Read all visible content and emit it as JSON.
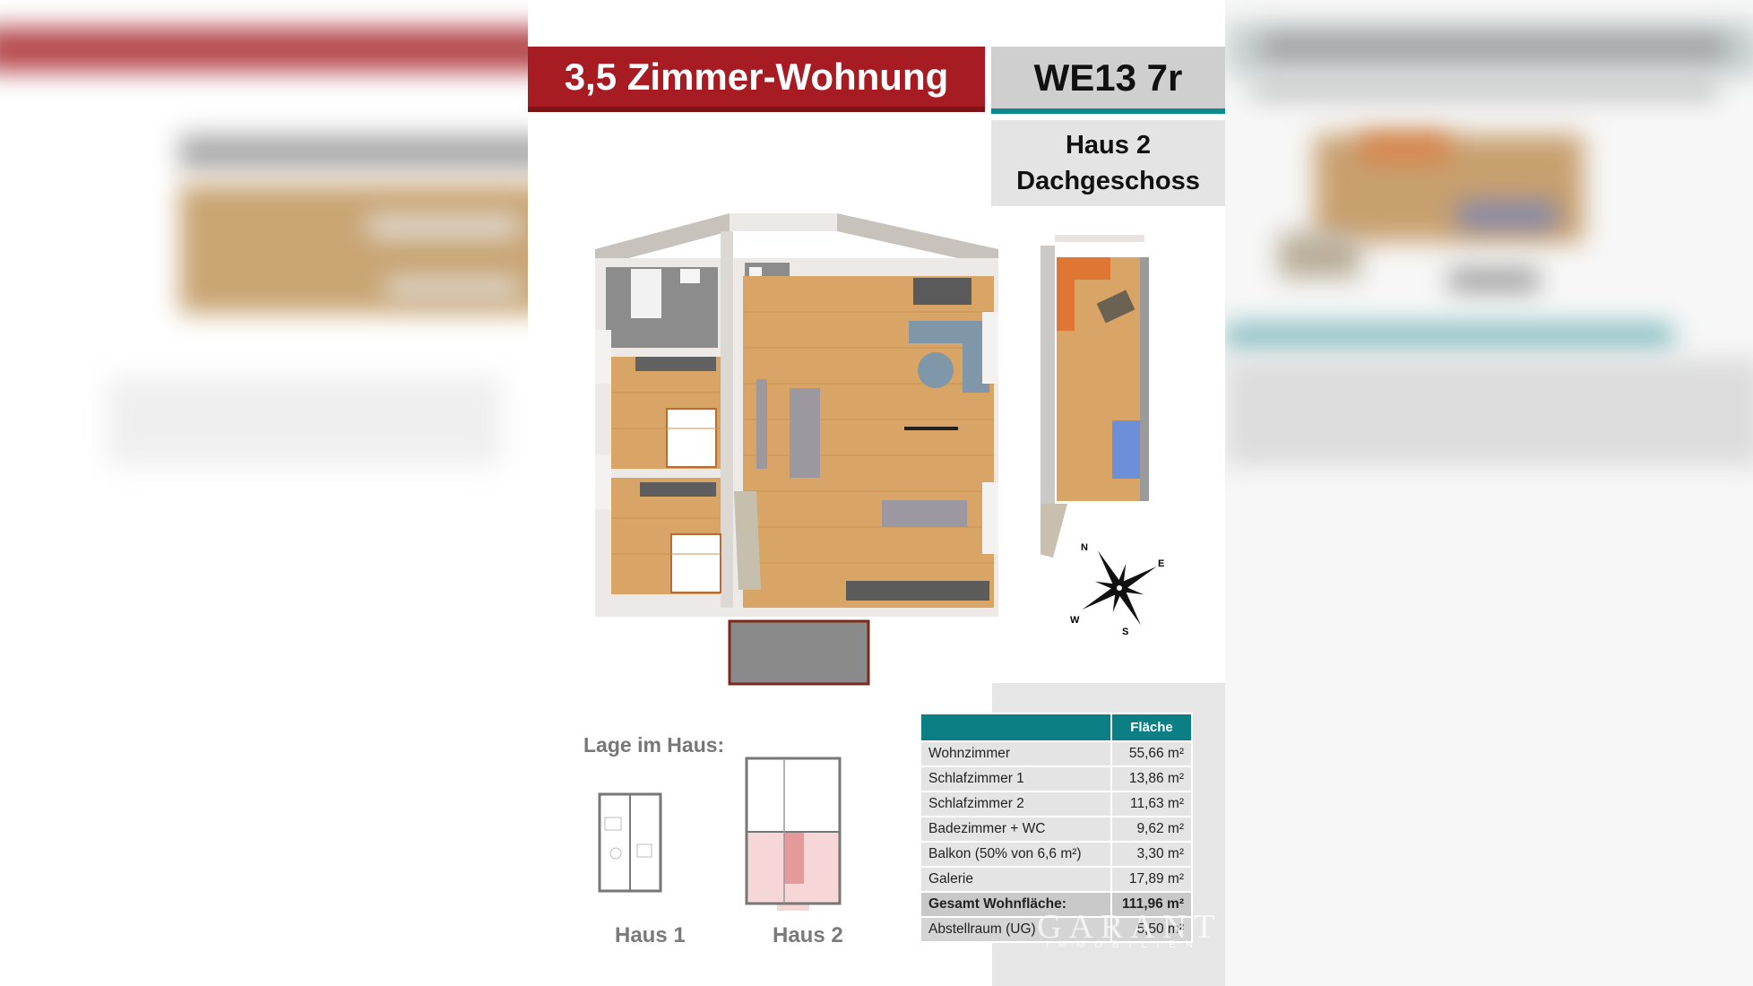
{
  "header": {
    "title": "3,5 Zimmer-Wohnung",
    "unit_id": "WE13 7r",
    "house": "Haus 2",
    "floor": "Dachgeschoss"
  },
  "colors": {
    "title_red": "#a61c22",
    "accent_teal": "#0e8a8e",
    "wood_floor": "#d9a566",
    "table_header": "#0c7f84"
  },
  "compass": {
    "n": "N",
    "e": "E",
    "s": "S",
    "w": "W"
  },
  "location": {
    "title": "Lage im Haus:",
    "houses": [
      {
        "label": "Haus 1",
        "highlighted": false
      },
      {
        "label": "Haus 2",
        "highlighted": true
      }
    ]
  },
  "area_table": {
    "columns": [
      "",
      "Fläche"
    ],
    "rows": [
      {
        "room": "Wohnzimmer",
        "area": "55,66 m²"
      },
      {
        "room": "Schlafzimmer 1",
        "area": "13,86 m²"
      },
      {
        "room": "Schlafzimmer 2",
        "area": "11,63 m²"
      },
      {
        "room": "Badezimmer + WC",
        "area": "9,62 m²"
      },
      {
        "room": "Balkon (50% von 6,6 m²)",
        "area": "3,30 m²"
      },
      {
        "room": "Galerie",
        "area": "17,89 m²"
      }
    ],
    "total": {
      "room": "Gesamt Wohnfläche:",
      "area": "111,96 m²"
    },
    "storage": {
      "room": "Abstellraum (UG)",
      "area": "5,50 m²"
    }
  },
  "watermark": {
    "brand": "GARANT",
    "sub": "IMMOBILIEN"
  }
}
